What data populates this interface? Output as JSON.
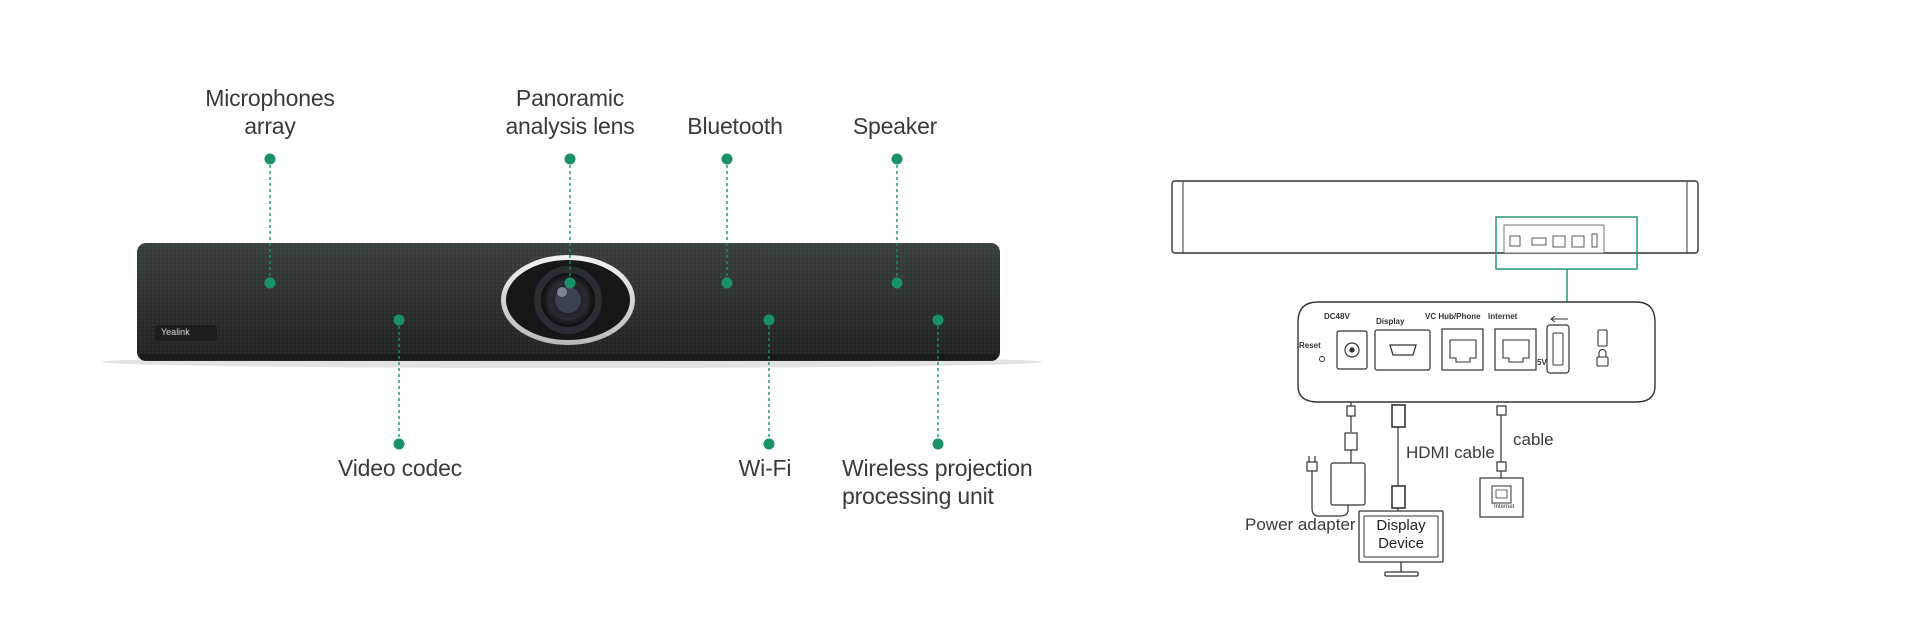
{
  "callouts": {
    "microphones": "Microphones\narray",
    "panoramic": "Panoramic\nanalysis lens",
    "bluetooth": "Bluetooth",
    "speaker": "Speaker",
    "video_codec": "Video codec",
    "wifi": "Wi-Fi",
    "wireless": "Wireless projection\nprocessing unit"
  },
  "device": {
    "brand": "Yealink"
  },
  "connections": {
    "hdmi_cable": "HDMI cable",
    "cable": "cable",
    "power_adapter": "Power adapter",
    "display_device": "Display\nDevice"
  },
  "ports": {
    "dc": "DC48V",
    "reset": "Reset",
    "display": "Display",
    "vc_hub": "VC Hub/Phone",
    "internet": "Internet",
    "usb_5v": "5V",
    "wall_internet": "Internet"
  },
  "colors": {
    "accent_green": "#1a9168",
    "line_gray": "#555555",
    "device_body": "#2f3433"
  }
}
